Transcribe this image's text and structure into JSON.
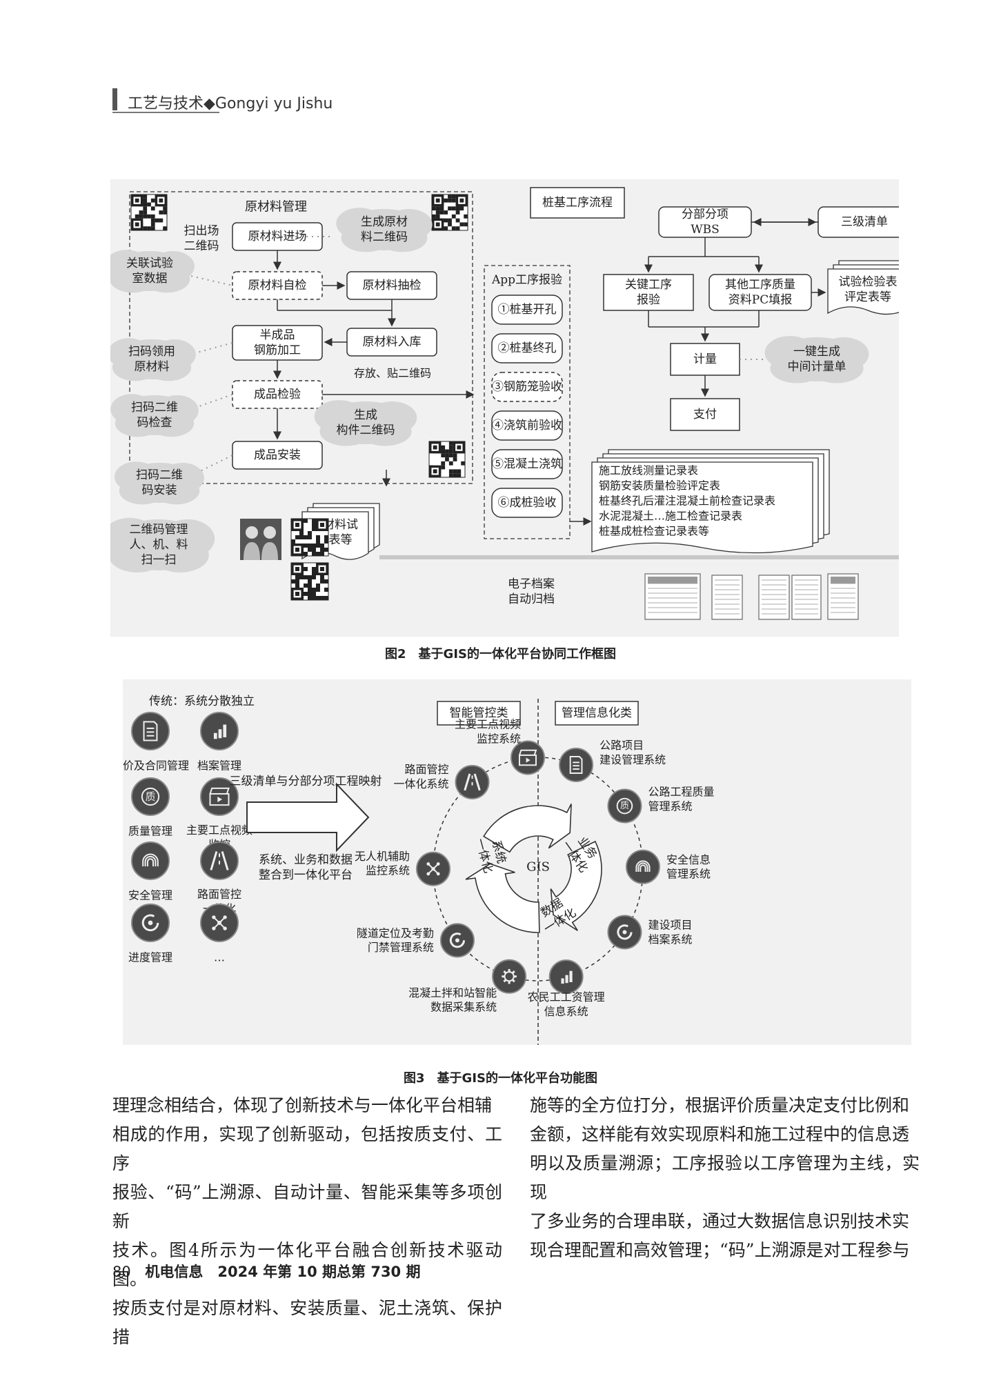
{
  "header": {
    "text": "工艺与技术◆Gongyi yu Jishu"
  },
  "fig2": {
    "caption": "图2　基于GIS的一体化平台协同工作框图",
    "material_title": "原材料管理",
    "qr_scan_label": [
      "扫出场",
      "二维码"
    ],
    "nodes": {
      "entry": "原材料进场",
      "selfcheck": "原材料自检",
      "sampling": "原材料抽检",
      "semi": [
        "半成品",
        "钢筋加工"
      ],
      "storage": "原材料入库",
      "storage_note": "存放、贴二维码",
      "product_check": "成品检验",
      "install": "成品安装",
      "test_table": [
        "原材料试",
        "验表等"
      ]
    },
    "clouds": {
      "gen_qr": [
        "生成原材",
        "料二维码"
      ],
      "lab": [
        "关联试验",
        "室数据"
      ],
      "scan_material": [
        "扫码领用",
        "原材料"
      ],
      "scan_check": [
        "扫码二维",
        "码检查"
      ],
      "gen_component_qr": [
        "生成",
        "构件二维码"
      ],
      "scan_install": [
        "扫码二维",
        "码安装"
      ],
      "qr_manage": [
        "二维码管理",
        "人、机、料",
        "扫一扫"
      ],
      "gen_measure": [
        "一键生成",
        "中间计量单"
      ]
    },
    "app_title": "App工序报验",
    "app_steps": [
      "①桩基开孔",
      "②桩基终孔",
      "③钢筋笼验收",
      "④浇筑前验收",
      "⑤混凝土浇筑",
      "⑥成桩验收"
    ],
    "pile_flow": "桩基工序流程",
    "wbs": [
      "分部分项",
      "WBS"
    ],
    "boq": "三级清单",
    "key_proc": [
      "关键工序",
      "报验"
    ],
    "other_quality": [
      "其他工序质量",
      "资料PC填报"
    ],
    "test_forms": [
      "试验检验表",
      "评定表等"
    ],
    "measure": "计量",
    "payment": "支付",
    "records": [
      "施工放线测量记录表",
      "钢筋安装质量检验评定表",
      "桩基终孔后灌注混凝土前检查记录表",
      "水泥混凝土…施工检查记录表",
      "桩基成桩检查记录表等"
    ],
    "archive": [
      "电子档案",
      "自动归档"
    ]
  },
  "fig3": {
    "caption": "图3　基于GIS的一体化平台功能图",
    "traditional_title": "传统：系统分散独立",
    "icons": [
      {
        "label": [
          "造价及合同管理"
        ],
        "icon": "document-icon"
      },
      {
        "label": [
          "档案管理"
        ],
        "icon": "bar-chart-icon"
      },
      {
        "label": [
          "质量管理"
        ],
        "icon": "quality-icon"
      },
      {
        "label": [
          "主要工点视频",
          "监控"
        ],
        "icon": "clapper-icon"
      },
      {
        "label": [
          "安全管理"
        ],
        "icon": "fingerprint-icon"
      },
      {
        "label": [
          "路面管控",
          "一体化"
        ],
        "icon": "road-icon"
      },
      {
        "label": [
          "进度管理"
        ],
        "icon": "progress-icon"
      },
      {
        "label": [
          "…"
        ],
        "icon": "network-icon"
      }
    ],
    "arrow_top": "三级清单与分部分项工程映射",
    "arrow_bottom": [
      "系统、业务和数据",
      "整合到一体化平台"
    ],
    "smart_title": "智能管控类",
    "info_title": "管理信息化类",
    "center": "GIS",
    "cycle_labels": {
      "system": [
        "系统",
        "一体化"
      ],
      "business": [
        "业务",
        "一体化"
      ],
      "data": [
        "数据",
        "一体化"
      ]
    },
    "left_nodes": [
      {
        "label": [
          "主要工点视频",
          "监控系统"
        ],
        "icon": "clapper-icon"
      },
      {
        "label": [
          "路面管控",
          "一体化系统"
        ],
        "icon": "road-icon"
      },
      {
        "label": [
          "无人机辅助",
          "监控系统"
        ],
        "icon": "network-icon"
      },
      {
        "label": [
          "隧道定位及考勤",
          "门禁管理系统"
        ],
        "icon": "progress-icon"
      },
      {
        "label": [
          "混凝土拌和站智能",
          "数据采集系统"
        ],
        "icon": "gear-icon"
      }
    ],
    "right_nodes": [
      {
        "label": [
          "公路项目",
          "建设管理系统"
        ],
        "icon": "document-icon"
      },
      {
        "label": [
          "公路工程质量",
          "管理系统"
        ],
        "icon": "quality-icon"
      },
      {
        "label": [
          "安全信息",
          "管理系统"
        ],
        "icon": "fingerprint-icon"
      },
      {
        "label": [
          "建设项目",
          "档案系统"
        ],
        "icon": "progress-icon"
      },
      {
        "label": [
          "农民工工资管理",
          "信息系统"
        ],
        "icon": "bar-chart-icon"
      }
    ]
  },
  "body": {
    "col1": [
      "理理念相结合，体现了创新技术与一体化平台相辅",
      "相成的作用，实现了创新驱动，包括按质支付、工序",
      "报验、“码”上溯源、自动计量、智能采集等多项创新",
      "技术。图4所示为一体化平台融合创新技术驱动图。",
      "按质支付是对原材料、安装质量、泥土浇筑、保护措"
    ],
    "col2": [
      "施等的全方位打分，根据评价质量决定支付比例和",
      "金额，这样能有效实现原料和施工过程中的信息透",
      "明以及质量溯源；工序报验以工序管理为主线，实现",
      "了多业务的合理串联，通过大数据信息识别技术实",
      "现合理配置和高效管理；“码”上溯源是对工程参与"
    ]
  },
  "footer": {
    "page": "80",
    "journal": "机电信息　2024 年第 10 期总第 730 期"
  }
}
